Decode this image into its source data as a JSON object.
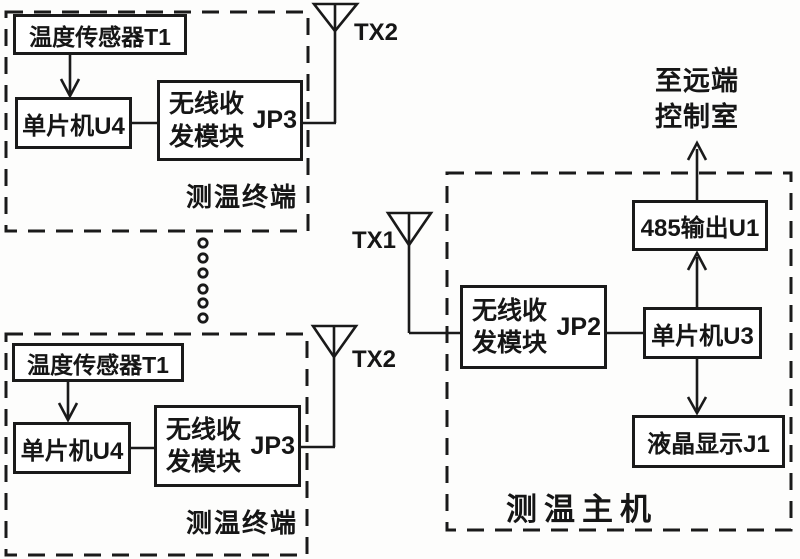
{
  "colors": {
    "ink": "#1a1a1a",
    "paper": "#ffffff"
  },
  "terminals": [
    {
      "sensor": "温度传感器T1",
      "mcu": "单片机U4",
      "rf_line1": "无线收",
      "rf_line2": "发模块",
      "rf_port": "JP3",
      "antenna_label": "TX2",
      "caption": "测温终端"
    },
    {
      "sensor": "温度传感器T1",
      "mcu": "单片机U4",
      "rf_line1": "无线收",
      "rf_line2": "发模块",
      "rf_port": "JP3",
      "antenna_label": "TX2",
      "caption": "测温终端"
    }
  ],
  "host": {
    "antenna_label": "TX1",
    "rf_line1": "无线收",
    "rf_line2": "发模块",
    "rf_port": "JP2",
    "mcu": "单片机U3",
    "rs485_output": "485输出U1",
    "lcd_display": "液晶显示J1",
    "caption": "测温主机",
    "remote_line1": "至远端",
    "remote_line2": "控制室"
  }
}
